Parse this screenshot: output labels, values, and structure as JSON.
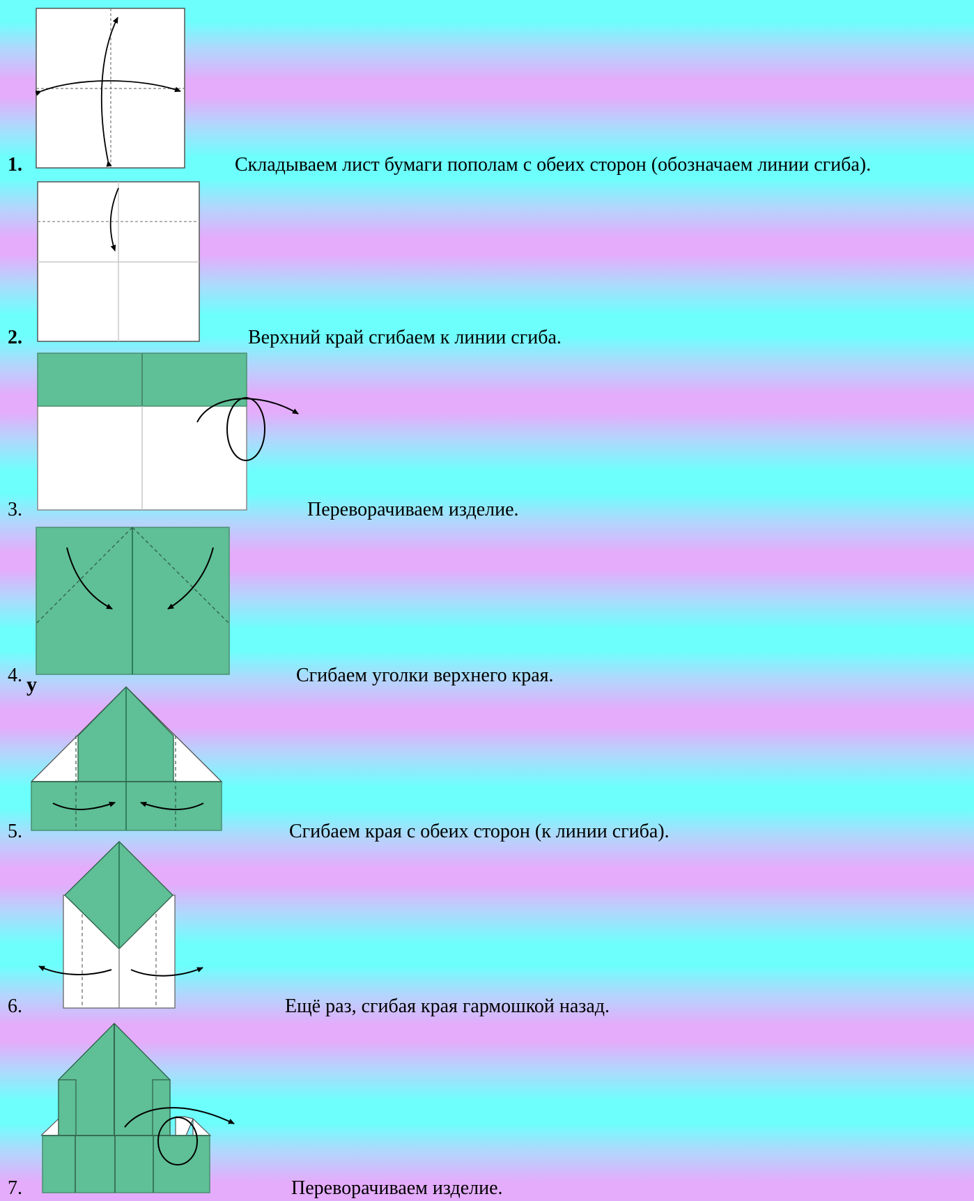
{
  "steps": [
    {
      "number": "1.",
      "caption": "Складываем лист бумаги пополам с обеих сторон (обозначаем  линии сгиба)."
    },
    {
      "number": "2.",
      "caption": "Верхний край сгибаем к линии сгиба."
    },
    {
      "number": "3.",
      "caption": "Переворачиваем изделие."
    },
    {
      "number": "4.",
      "caption": "Сгибаем уголки верхнего края."
    },
    {
      "number": "5.",
      "caption": "Сгибаем края с обеих сторон (к линии сгиба)."
    },
    {
      "number": "6.",
      "caption": "Ещё раз, сгибая края гармошкой назад."
    },
    {
      "number": "7.",
      "caption": "Переворачиваем изделие."
    }
  ],
  "stray_glyph": "у",
  "colors": {
    "paper": "#ffffff",
    "paper_green": "#5fbf96",
    "line": "#000000",
    "crease": "#c8c8c8",
    "band_cyan": "#6cfffc",
    "band_violet": "#e4acfb"
  }
}
